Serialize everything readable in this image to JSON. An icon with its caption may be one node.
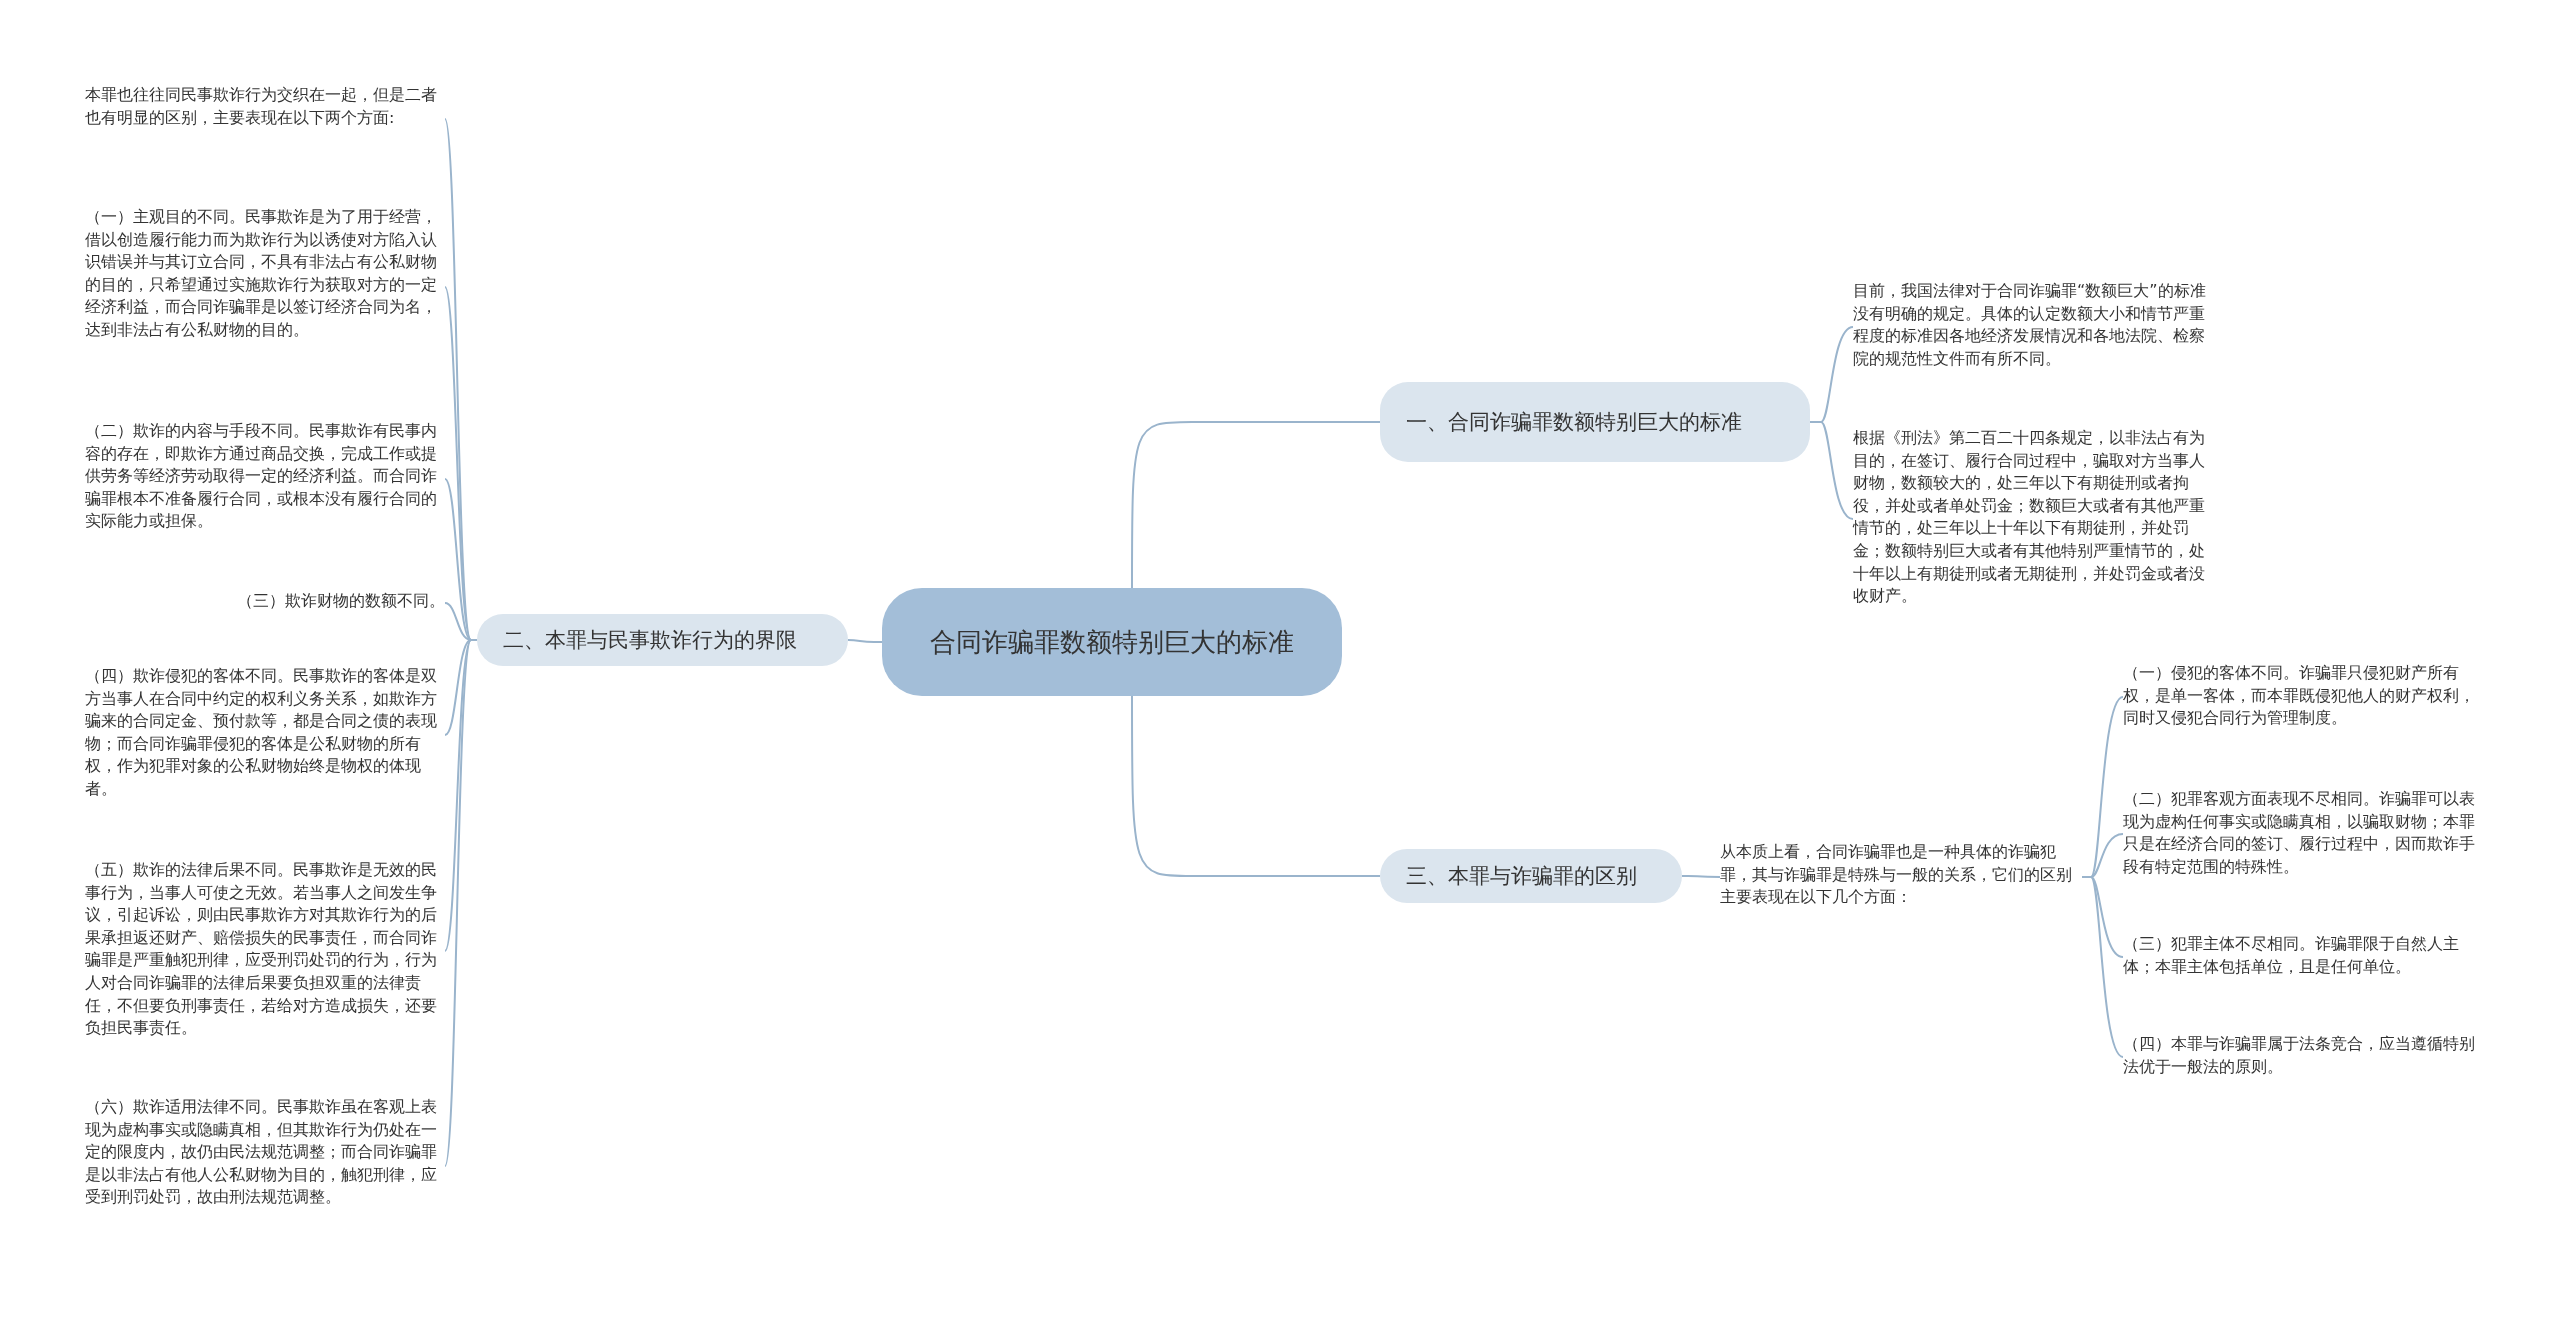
{
  "diagram": {
    "nodes": [
      {
        "text": [
          "合同诈骗罪数额特别巨大的标准"
        ]
      },
      {
        "text": [
          "一、合同诈骗罪数额特别巨大的标准"
        ]
      },
      {
        "text": [
          "目前，我国法律对于合同诈骗罪“数额巨大”的标准没有明确的规定。具体的认定数额大小和情节严重程度的标准因各地经济发展情况和各地法院、检察院的规范性文件而有所不同。"
        ]
      },
      {
        "text": [
          "根据《刑法》第二百二十四条规定，以非法占有为目的，在签订、履行合同过程中，骗取对方当事人财物，数额较大的，处三年以下有期徒刑或者拘役，并处或者单处罚金；数额巨大或者有其他严重情节的，处三年以上十年以下有期徒刑，并处罚金；数额特别巨大或者有其他特别严重情节的，处十年以上有期徒刑或者无期徒刑，并处罚金或者没收财产。"
        ]
      },
      {
        "text": [
          "二、本罪与民事欺诈行为的界限"
        ]
      },
      {
        "text": [
          "本罪也往往同民事欺诈行为交织在一起，但是二者也有明显的区别，主要表现在以下两个方面:"
        ]
      },
      {
        "text": [
          "（一）主观目的不同。民事欺诈是为了用于经营，借以创造履行能力而为欺诈行为以诱使对方陷入认识错误并与其订立合同，不具有非法占有公私财物的目的，只希望通过实施欺诈行为获取对方的一定经济利益，而合同诈骗罪是以签订经济合同为名，达到非法占有公私财物的目的。"
        ]
      },
      {
        "text": [
          "（二）欺诈的内容与手段不同。民事欺诈有民事内容的存在，即欺诈方通过商品交换，完成工作或提供劳务等经济劳动取得一定的经济利益。而合同诈骗罪根本不准备履行合同，或根本没有履行合同的实际能力或担保。"
        ]
      },
      {
        "text": [
          "（三）欺诈财物的数额不同。"
        ]
      },
      {
        "text": [
          "（四）欺诈侵犯的客体不同。民事欺诈的客体是双方当事人在合同中约定的权利义务关系，如欺诈方骗来的合同定金、预付款等，都是合同之债的表现物；而合同诈骗罪侵犯的客体是公私财物的所有权，作为犯罪对象的公私财物始终是物权的体现者。"
        ]
      },
      {
        "text": [
          "（五）欺诈的法律后果不同。民事欺诈是无效的民事行为，当事人可使之无效。若当事人之间发生争议，引起诉讼，则由民事欺诈方对其欺诈行为的后果承担返还财产、赔偿损失的民事责任，而合同诈骗罪是严重触犯刑律，应受刑罚处罚的行为，行为人对合同诈骗罪的法律后果要负担双重的法律责任，不但要负刑事责任，若给对方造成损失，还要负担民事责任。"
        ]
      },
      {
        "text": [
          "（六）欺诈适用法律不同。民事欺诈虽在客观上表现为虚构事实或隐瞒真相，但其欺诈行为仍处在一定的限度内，故仍由民法规范调整；而合同诈骗罪是以非法占有他人公私财物为目的，触犯刑律，应受到刑罚处罚，故由刑法规范调整。"
        ]
      },
      {
        "text": [
          "三、本罪与诈骗罪的区别"
        ]
      },
      {
        "text": [
          "从本质上看，合同诈骗罪也是一种具体的诈骗犯罪，其与诈骗罪是特殊与一般的关系，它们的区别主要表现在以下几个方面："
        ]
      },
      {
        "text": [
          "（一）侵犯的客体不同。诈骗罪只侵犯财产所有权，是单一客体，而本罪既侵犯他人的财产权利，同时又侵犯合同行为管理制度。"
        ]
      },
      {
        "text": [
          "（二）犯罪客观方面表现不尽相同。诈骗罪可以表现为虚构任何事实或隐瞒真相，以骗取财物；本罪只是在经济合同的签订、履行过程中，因而欺诈手段有特定范围的特殊性。"
        ]
      },
      {
        "text": [
          "（三）犯罪主体不尽相同。诈骗罪限于自然人主体；本罪主体包括单位，且是任何单位。"
        ]
      },
      {
        "text": [
          "（四）本罪与诈骗罪属于法条竞合，应当遵循特别法优于一般法的原则。"
        ]
      }
    ],
    "edges": [
      {
        "from": 0,
        "to": 1,
        "arrow": "none"
      },
      {
        "from": 1,
        "to": 2,
        "arrow": "none"
      },
      {
        "from": 1,
        "to": 3,
        "arrow": "none"
      },
      {
        "from": 0,
        "to": 4,
        "arrow": "none"
      },
      {
        "from": 4,
        "to": 5,
        "arrow": "none"
      },
      {
        "from": 4,
        "to": 6,
        "arrow": "none"
      },
      {
        "from": 4,
        "to": 7,
        "arrow": "none"
      },
      {
        "from": 4,
        "to": 8,
        "arrow": "none"
      },
      {
        "from": 4,
        "to": 9,
        "arrow": "none"
      },
      {
        "from": 4,
        "to": 10,
        "arrow": "none"
      },
      {
        "from": 4,
        "to": 11,
        "arrow": "none"
      },
      {
        "from": 0,
        "to": 12,
        "arrow": "none"
      },
      {
        "from": 12,
        "to": 13,
        "arrow": "none"
      },
      {
        "from": 13,
        "to": 14,
        "arrow": "none"
      },
      {
        "from": 13,
        "to": 15,
        "arrow": "none"
      },
      {
        "from": 13,
        "to": 16,
        "arrow": "none"
      },
      {
        "from": 13,
        "to": 17,
        "arrow": "none"
      }
    ]
  }
}
